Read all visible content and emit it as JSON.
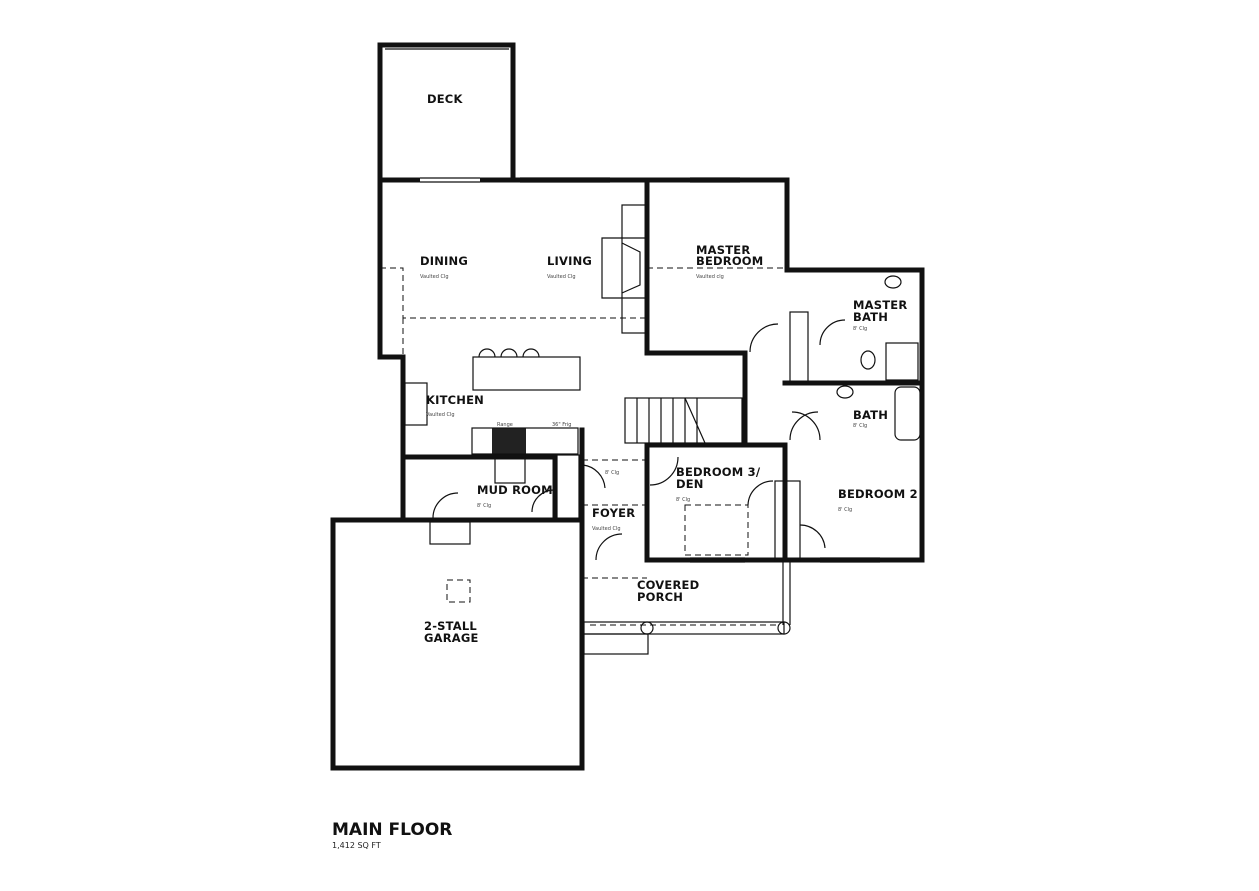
{
  "plan": {
    "title": "MAIN FLOOR",
    "area": "1,412 SQ FT",
    "wall_color": "#111111",
    "rooms": {
      "deck": {
        "name": "DECK"
      },
      "dining": {
        "name": "DINING",
        "ceiling": "Vaulted Clg"
      },
      "living": {
        "name": "LIVING",
        "ceiling": "Vaulted Clg"
      },
      "master_bedroom": {
        "name1": "MASTER",
        "name2": "BEDROOM",
        "ceiling": "Vaulted clg"
      },
      "master_bath": {
        "name1": "MASTER",
        "name2": "BATH",
        "ceiling": "8' Clg"
      },
      "kitchen": {
        "name": "KITCHEN",
        "ceiling": "Vaulted Clg"
      },
      "bath": {
        "name": "BATH",
        "ceiling": "8' Clg"
      },
      "mud_room": {
        "name": "MUD ROOM",
        "ceiling": "8' Clg"
      },
      "foyer": {
        "name": "FOYER",
        "ceiling": "Vaulted Clg"
      },
      "bedroom3": {
        "name1": "BEDROOM 3/",
        "name2": "DEN",
        "ceiling": "8' Clg"
      },
      "bedroom2": {
        "name": "BEDROOM 2",
        "ceiling": "8' Clg"
      },
      "covered_porch": {
        "name1": "COVERED",
        "name2": "PORCH"
      },
      "garage": {
        "name1": "2-STALL",
        "name2": "GARAGE"
      }
    },
    "fixtures": {
      "range": "Range",
      "fridge": "36\" Frig",
      "hall_ceiling": "8' Clg"
    }
  }
}
